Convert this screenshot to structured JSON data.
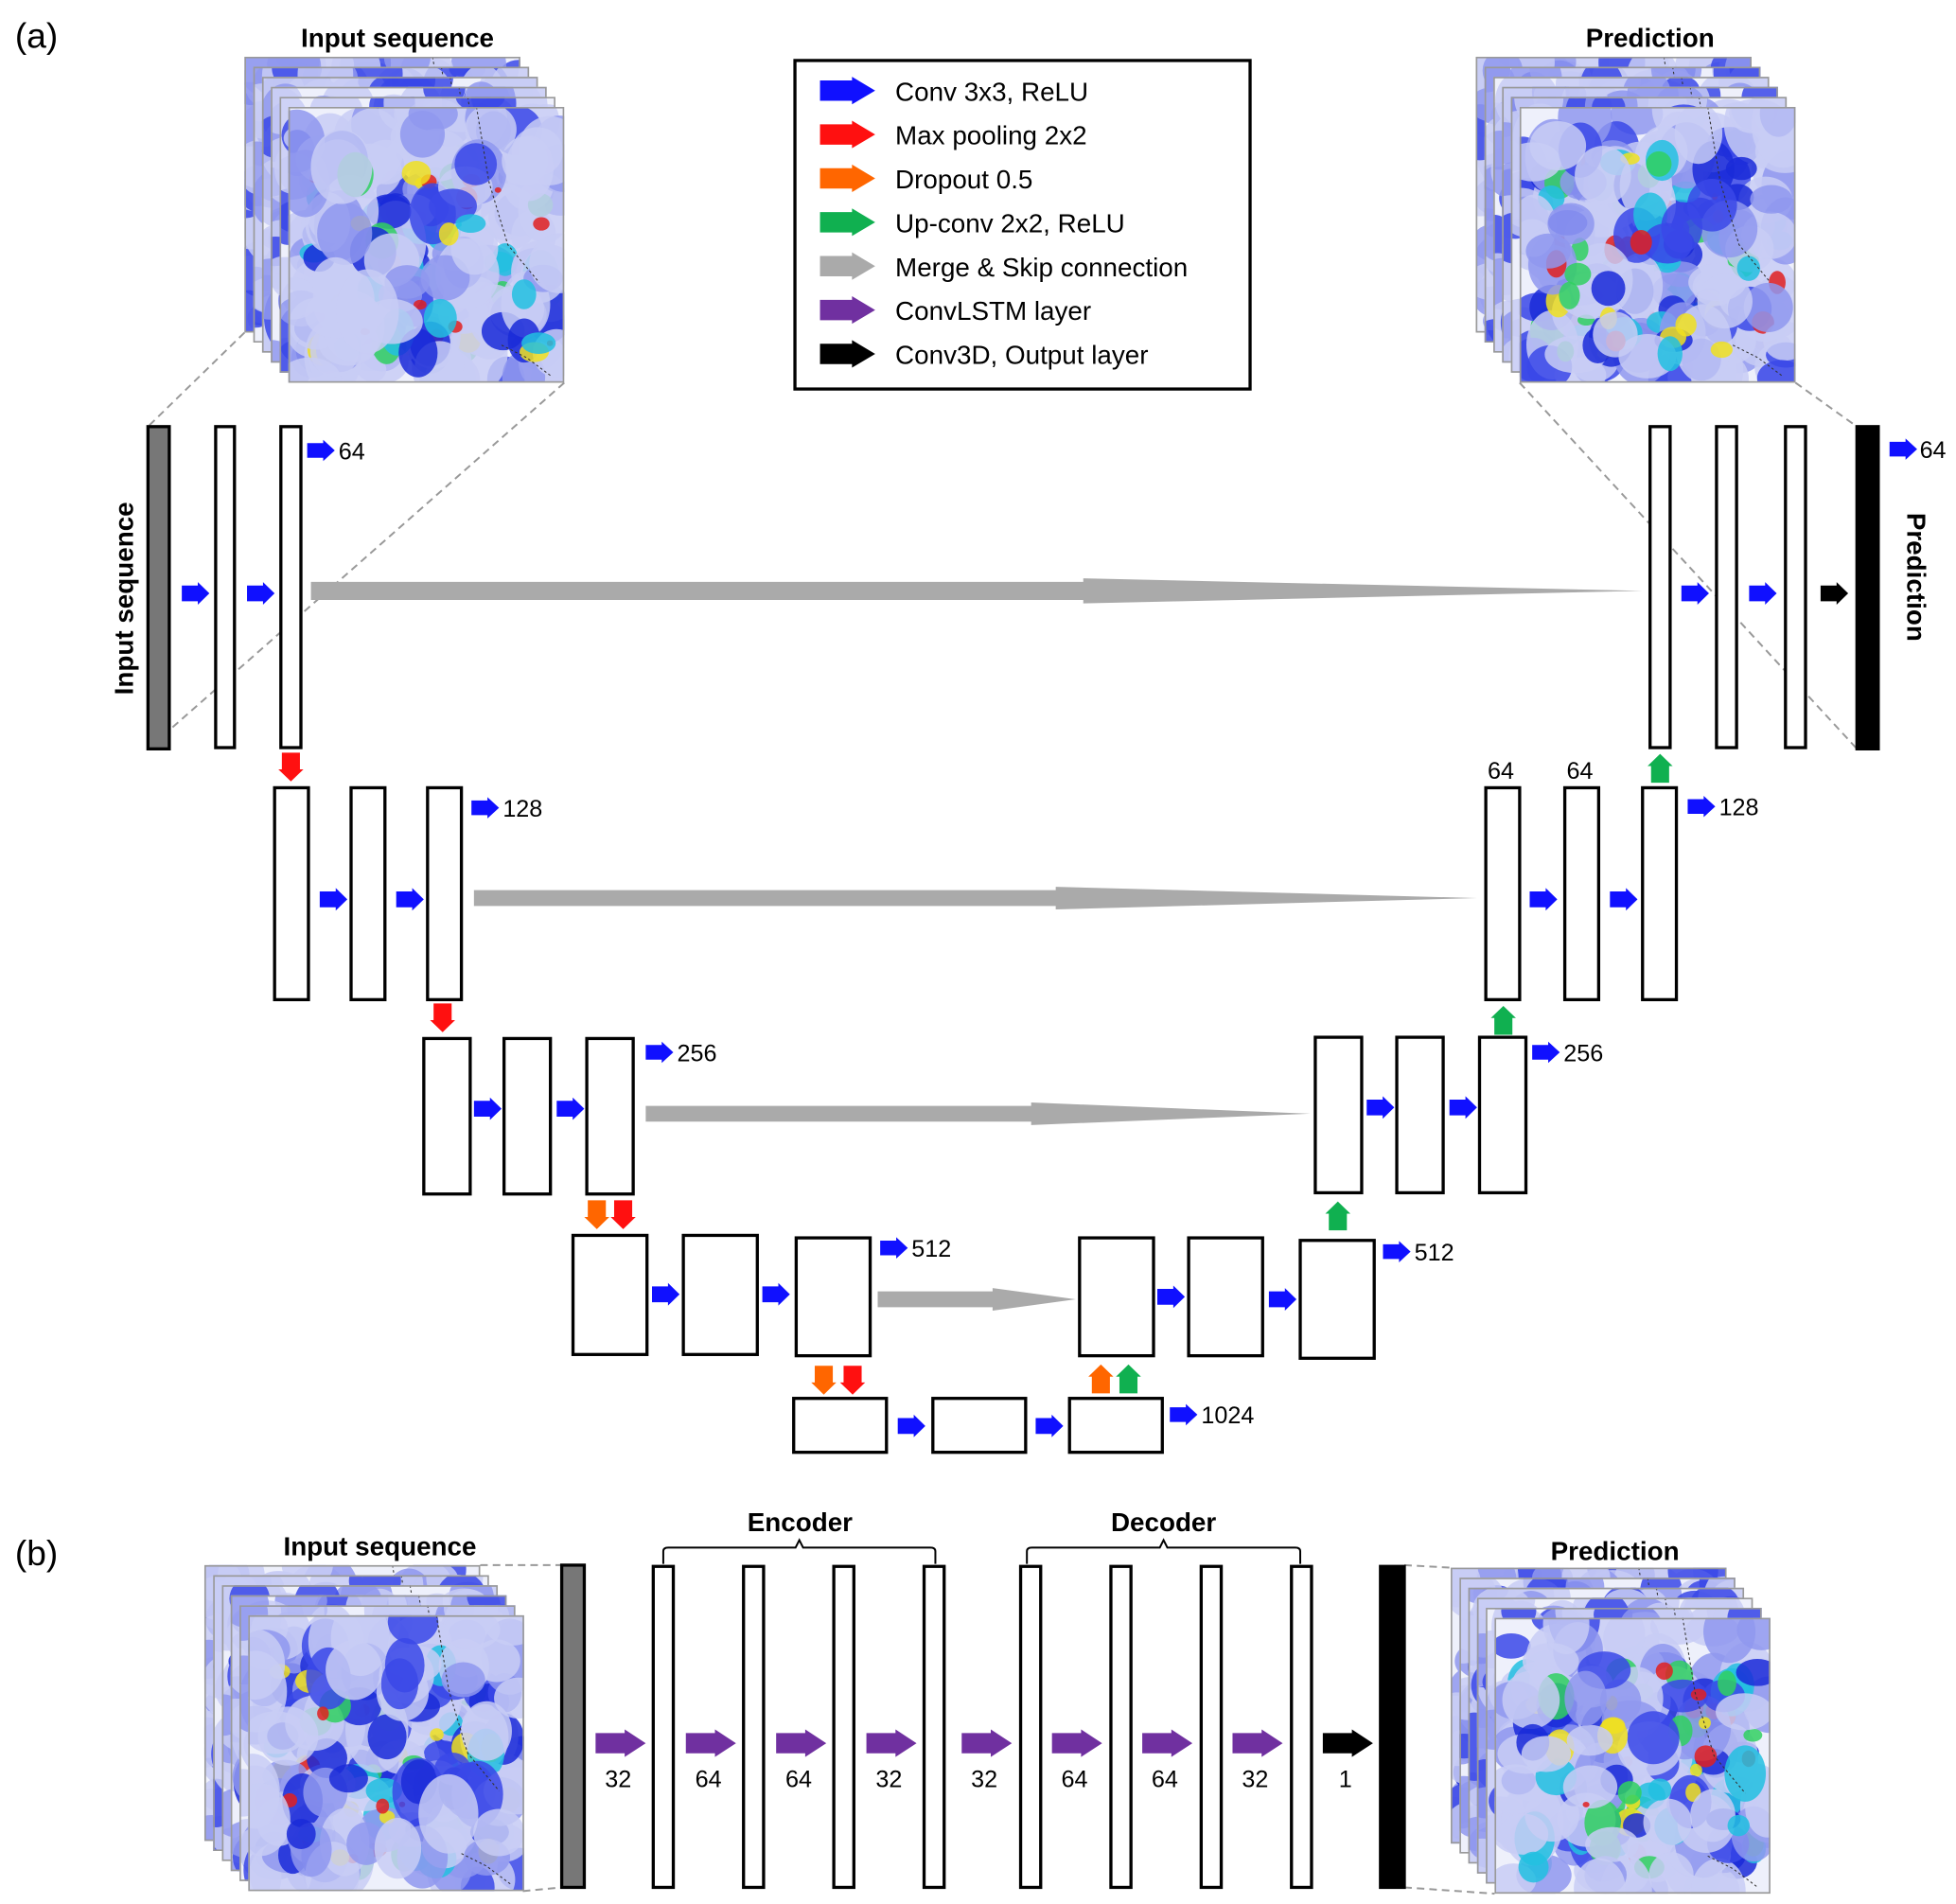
{
  "panel_a": {
    "label": "(a)",
    "input_title": "Input sequence",
    "prediction_title": "Prediction",
    "input_side_label": "Input sequence",
    "prediction_side_label": "Prediction",
    "channels": {
      "enc1": "64",
      "enc2": "128",
      "enc3": "256",
      "enc4": "512",
      "bottom": "1024",
      "dec4": "512",
      "dec3": "256",
      "dec2": "128",
      "dec2_a": "64",
      "dec2_b": "64",
      "dec1": "64"
    }
  },
  "legend": [
    {
      "label": "Conv 3x3, ReLU",
      "color": "#1010ff"
    },
    {
      "label": "Max pooling 2x2",
      "color": "#ff1010"
    },
    {
      "label": "Dropout 0.5",
      "color": "#ff6600"
    },
    {
      "label": "Up-conv 2x2, ReLU",
      "color": "#10b050"
    },
    {
      "label": "Merge & Skip connection",
      "color": "#aaaaaa"
    },
    {
      "label": "ConvLSTM layer",
      "color": "#7030a0"
    },
    {
      "label": "Conv3D, Output layer",
      "color": "#000000"
    }
  ],
  "panel_b": {
    "label": "(b)",
    "input_title": "Input sequence",
    "prediction_title": "Prediction",
    "encoder_label": "Encoder",
    "decoder_label": "Decoder",
    "channels": [
      "32",
      "64",
      "64",
      "32",
      "32",
      "64",
      "64",
      "32",
      "1"
    ]
  }
}
